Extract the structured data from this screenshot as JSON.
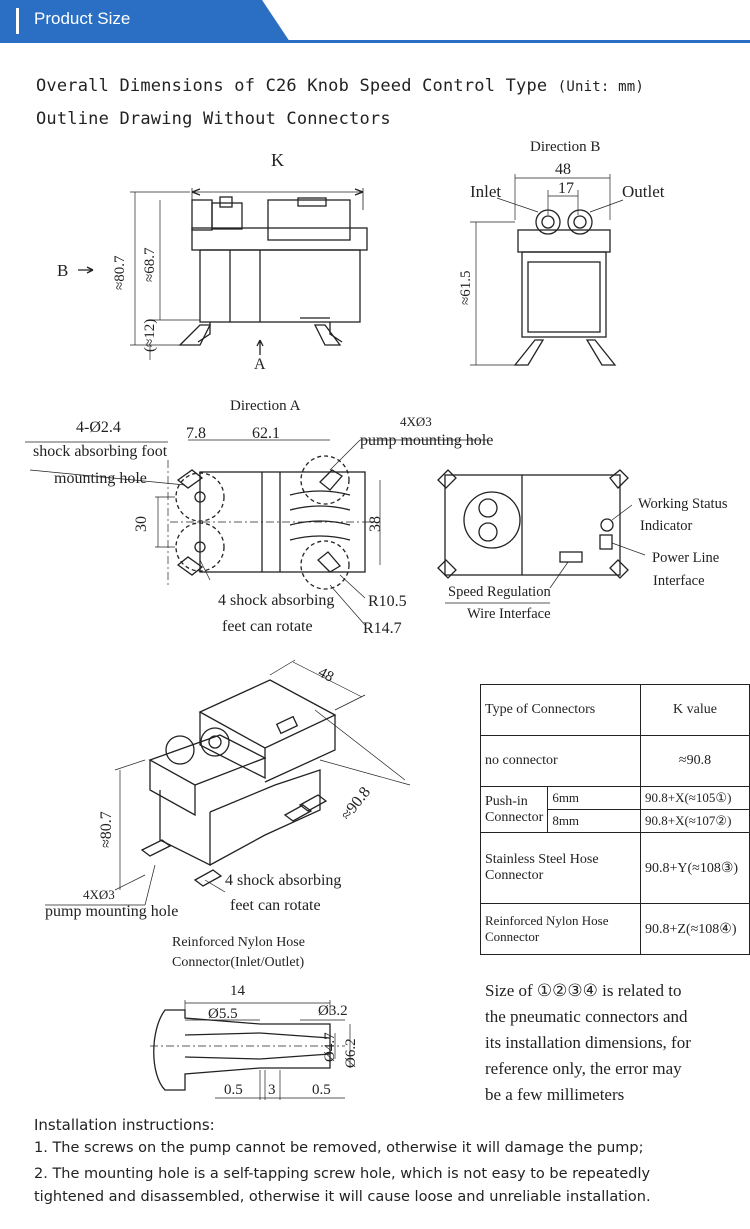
{
  "header": {
    "title": "Product Size"
  },
  "heading": {
    "line1": "Overall Dimensions of C26 Knob Speed Control Type",
    "unit": "(Unit: mm)",
    "line2": "Outline Drawing Without Connectors"
  },
  "side_view": {
    "k_label": "K",
    "dim_80_7": "≈80.7",
    "dim_68_7": "≈68.7",
    "dim_12": "(≈12)",
    "arrow_b": "B",
    "arrow_a": "A"
  },
  "view_b": {
    "title": "Direction B",
    "dim_48": "48",
    "dim_17": "17",
    "inlet": "Inlet",
    "outlet": "Outlet",
    "dim_61_5": "≈61.5"
  },
  "view_a": {
    "title": "Direction A",
    "hole_4": "4-Ø2.4",
    "shock_hole_line1": "shock absorbing foot",
    "shock_hole_line2": "mounting hole",
    "dim_7_8": "7.8",
    "dim_62_1": "62.1",
    "pump_hole_count": "4XØ3",
    "pump_hole": "pump mounting hole",
    "dim_30": "30",
    "dim_38": "38",
    "feet_line1": "4 shock absorbing",
    "feet_line2": "feet can rotate",
    "r10_5": "R10.5",
    "r14_7": "R14.7"
  },
  "top_view": {
    "working_status_line1": "Working Status",
    "working_status_line2": "Indicator",
    "power_line1": "Power Line",
    "power_line2": "Interface",
    "speed_line1": "Speed Regulation",
    "speed_line2": "Wire Interface"
  },
  "iso_view": {
    "dim_48": "48",
    "dim_80_7": "≈80.7",
    "dim_90_8": "≈90.8",
    "pump_hole_count": "4XØ3",
    "pump_hole": "pump mounting hole",
    "feet_line1": "4 shock absorbing",
    "feet_line2": "feet can rotate"
  },
  "connector": {
    "title_line1": "Reinforced Nylon Hose",
    "title_line2": "Connector(Inlet/Outlet)",
    "dim_14": "14",
    "dim_5_5": "Ø5.5",
    "dim_3_2": "Ø3.2",
    "dim_4_7": "Ø4.7",
    "dim_6_2": "Ø6.2",
    "dim_0_5a": "0.5",
    "dim_3": "3",
    "dim_0_5b": "0.5"
  },
  "k_table": {
    "header_type": "Type of Connectors",
    "header_k": "K value",
    "rows": [
      {
        "type": "no connector",
        "value": "≈90.8"
      },
      {
        "type": "Push-in Connector",
        "size_a": "6mm",
        "value_a": "90.8+X(≈105①)",
        "size_b": "8mm",
        "value_b": "90.8+X(≈107②)"
      },
      {
        "type": "Stainless Steel Hose Connector",
        "value": "90.8+Y(≈108③)"
      },
      {
        "type": "Reinforced Nylon Hose Connector",
        "value": "90.8+Z(≈108④)"
      }
    ]
  },
  "size_note": "Size of ①②③④ is related to the pneumatic connectors and its installation dimensions, for reference only, the error may be a few millimeters",
  "installation": {
    "title": "Installation instructions:",
    "item1": "1. The screws on the pump cannot be removed, otherwise it will damage the pump;",
    "item2": "2. The mounting hole is a self-tapping screw hole, which is not easy to be repeatedly tightened and disassembled, otherwise it will cause loose and unreliable installation."
  }
}
